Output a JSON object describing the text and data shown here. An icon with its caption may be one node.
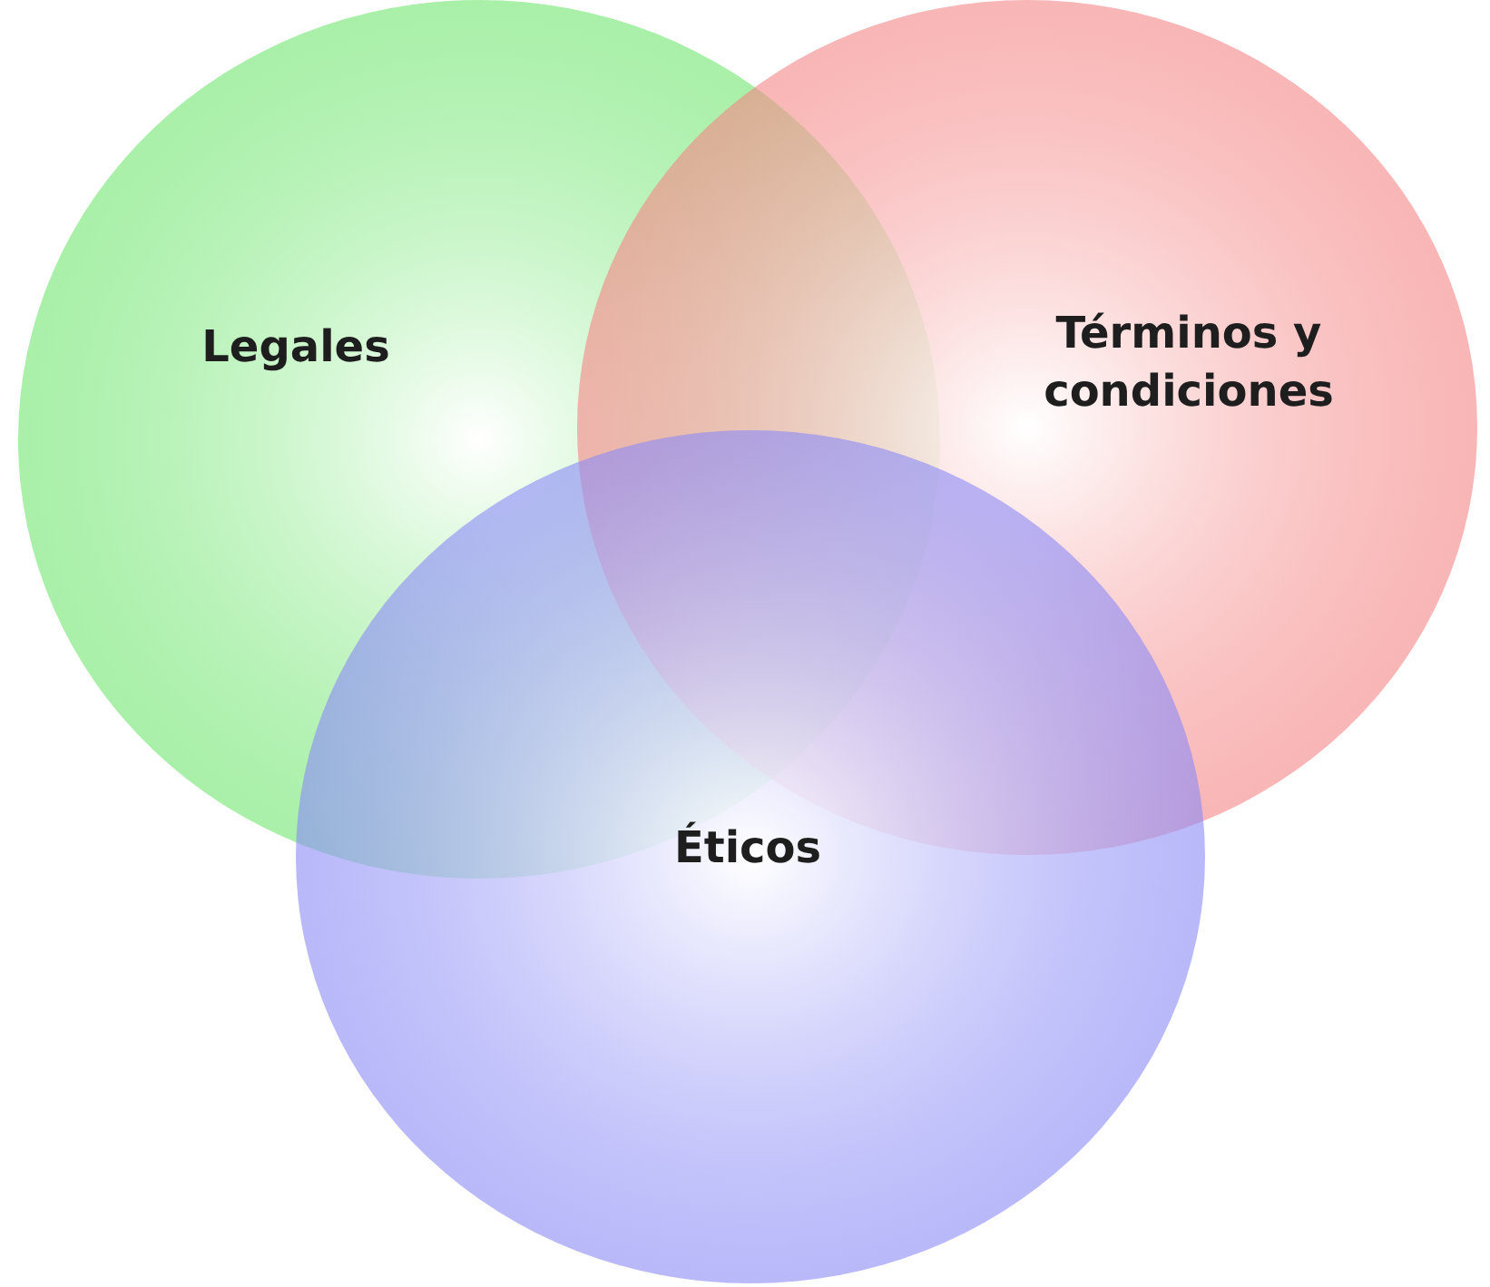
{
  "diagram": {
    "nodes": [
      {
        "text": [
          "Legales"
        ]
      },
      {
        "text": [
          "Términos y condiciones"
        ]
      },
      {
        "text": [
          "Éticos"
        ]
      }
    ]
  }
}
